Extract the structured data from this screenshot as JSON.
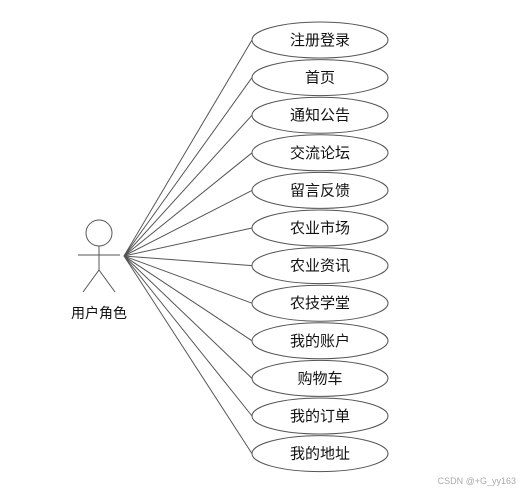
{
  "actor": {
    "label": "用户角色"
  },
  "use_cases": [
    "注册登录",
    "首页",
    "通知公告",
    "交流论坛",
    "留言反馈",
    "农业市场",
    "农业资讯",
    "农技学堂",
    "我的账户",
    "购物车",
    "我的订单",
    "我的地址"
  ],
  "watermark": "CSDN @+G_yy163"
}
